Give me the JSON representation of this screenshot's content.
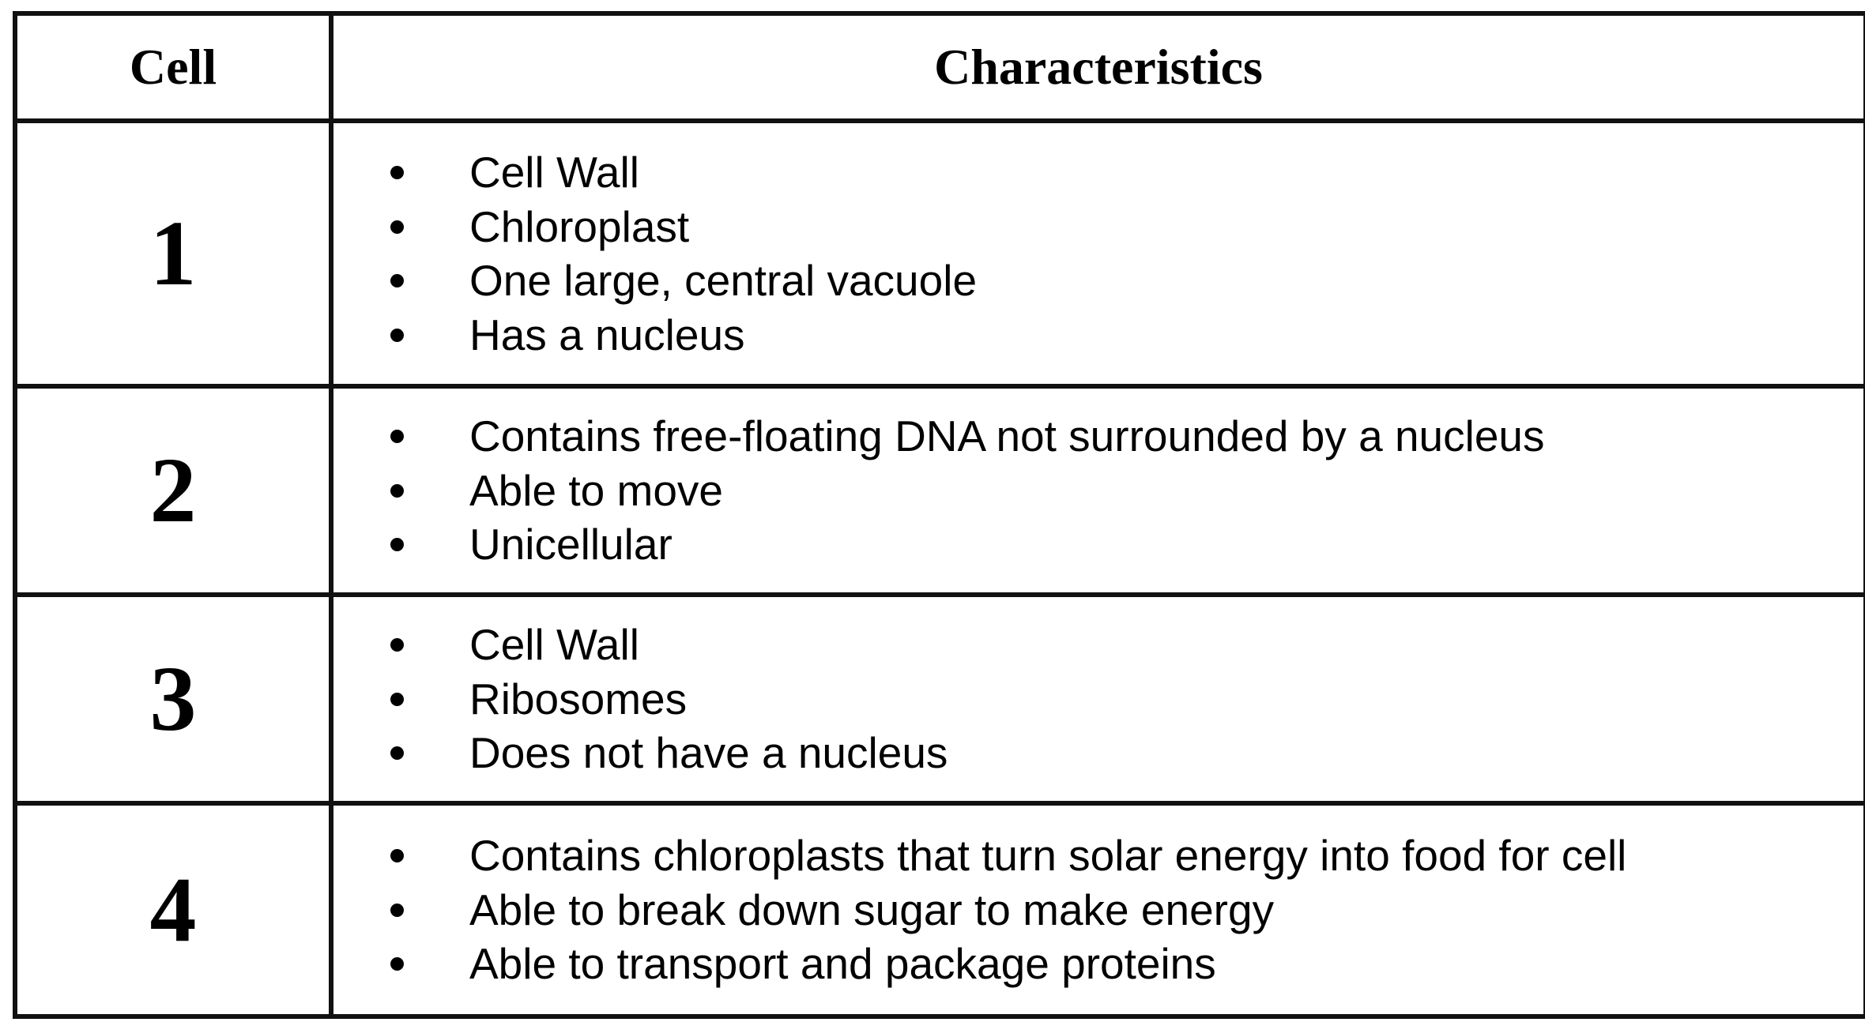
{
  "table": {
    "headers": {
      "cell": "Cell",
      "characteristics": "Characteristics"
    },
    "rows": [
      {
        "number": "1",
        "characteristics": [
          "Cell Wall",
          "Chloroplast",
          "One large, central vacuole",
          "Has a nucleus"
        ]
      },
      {
        "number": "2",
        "characteristics": [
          "Contains free-floating DNA not surrounded by a nucleus",
          "Able to move",
          "Unicellular"
        ]
      },
      {
        "number": "3",
        "characteristics": [
          "Cell Wall",
          "Ribosomes",
          "Does not have a nucleus"
        ]
      },
      {
        "number": "4",
        "characteristics": [
          "Contains chloroplasts that turn solar energy into food for cell",
          "Able to break down sugar to make energy",
          "Able to transport and package proteins"
        ]
      }
    ]
  }
}
